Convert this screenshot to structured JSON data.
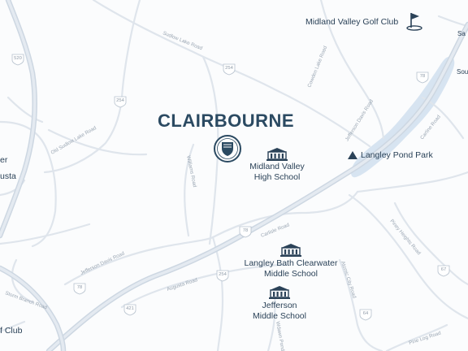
{
  "community": {
    "name": "CLAIRBOURNE",
    "logo_icon": "shield-emblem-icon"
  },
  "points_of_interest": [
    {
      "label": "Midland Valley Golf Club",
      "icon": "golf-flag-icon"
    },
    {
      "label": "Langley Pond Park",
      "icon": "triangle-icon"
    },
    {
      "label": "Midland Valley",
      "label2": "High School",
      "icon": "school-building-icon"
    },
    {
      "label": "Langley Bath Clearwater",
      "label2": "Middle School",
      "icon": "school-building-icon"
    },
    {
      "label": "Jefferson",
      "label2": "Middle School",
      "icon": "school-building-icon"
    }
  ],
  "partial_labels": {
    "left_er": "er",
    "left_usta": "usta",
    "left_fclub": "f Club",
    "right_sa": "Sa",
    "right_sou": "Sou"
  },
  "road_labels": [
    "Sudlow Lake Road",
    "Old Sudlow Lake Road",
    "Williams Road",
    "Jefferson Davis Road",
    "Carlisle Road",
    "Carline Road",
    "Storm Branch Road",
    "Augusta Road",
    "Pine Log Road",
    "Piney Heights Road",
    "Atomic City Road",
    "Cowden Lake Road",
    "Jefferson Davis Road",
    "Wdawn Pond Rd"
  ],
  "route_shields": [
    "520",
    "254",
    "254",
    "78",
    "78",
    "421",
    "254",
    "67",
    "64",
    "78"
  ],
  "colors": {
    "text": "#2b4258",
    "water": "#d7e4f1",
    "roads": "#dfe5ec"
  }
}
